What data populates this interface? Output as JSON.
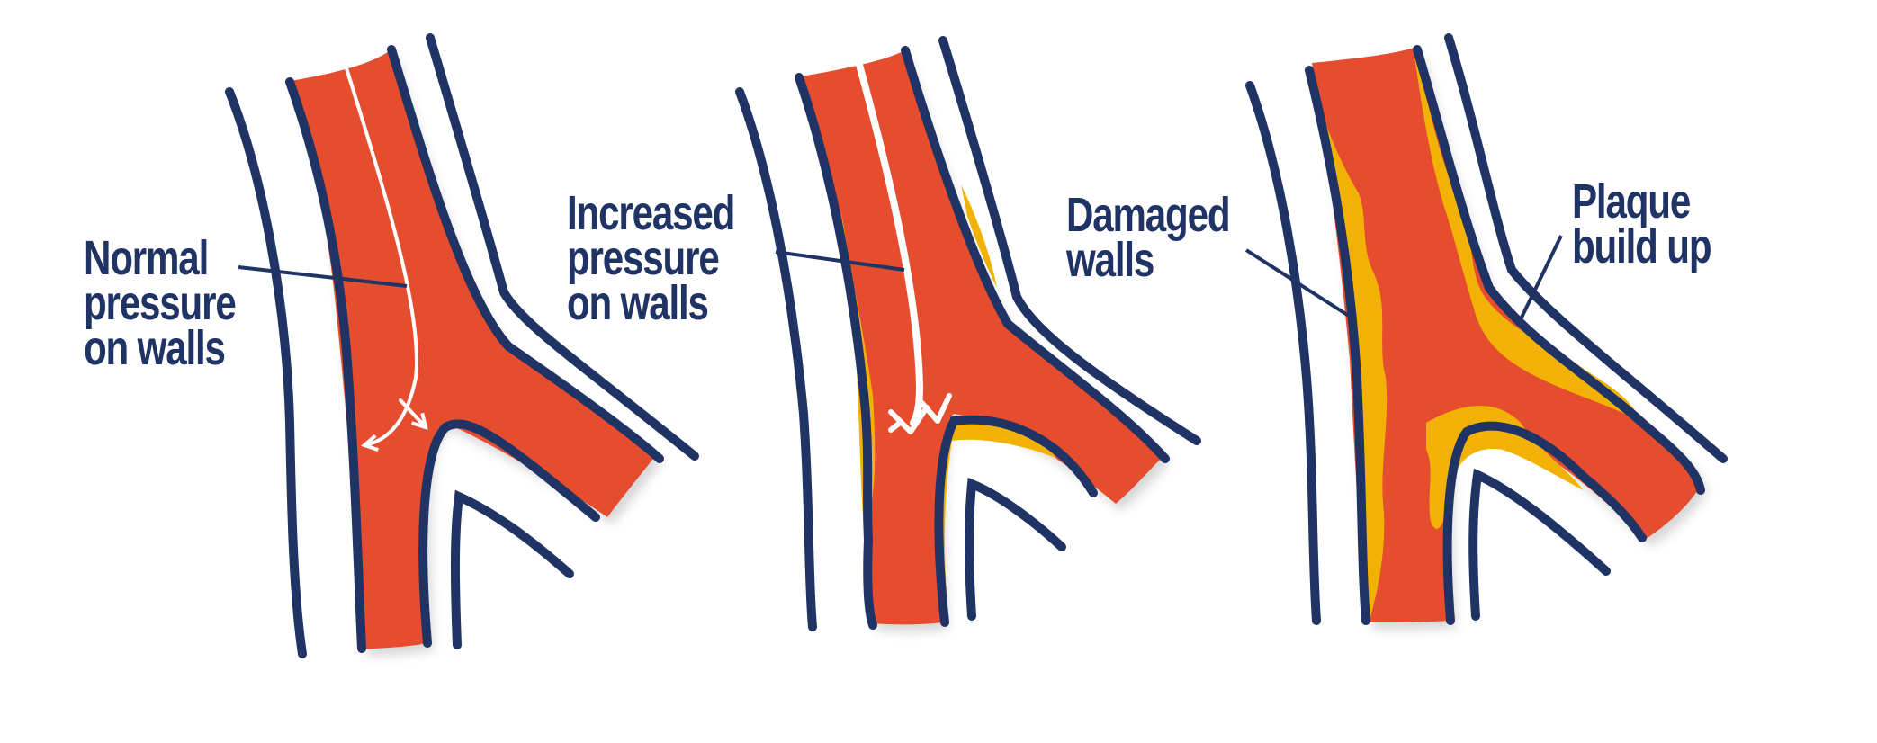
{
  "colors": {
    "blood": "#e54e2e",
    "wall": "#1f3364",
    "plaque": "#f2b205",
    "arrow": "#ffffff",
    "background": "#ffffff"
  },
  "labels": {
    "normal": [
      "Normal",
      "pressure",
      "on walls"
    ],
    "increased": [
      "Increased",
      "pressure",
      "on walls"
    ],
    "damaged": [
      "Damaged",
      "walls"
    ],
    "plaque": [
      "Plaque",
      "build up"
    ]
  },
  "panels": [
    {
      "name": "normal-artery",
      "state": "normal"
    },
    {
      "name": "high-pressure-artery",
      "state": "increased pressure"
    },
    {
      "name": "diseased-artery",
      "state": "damaged walls with plaque"
    }
  ]
}
